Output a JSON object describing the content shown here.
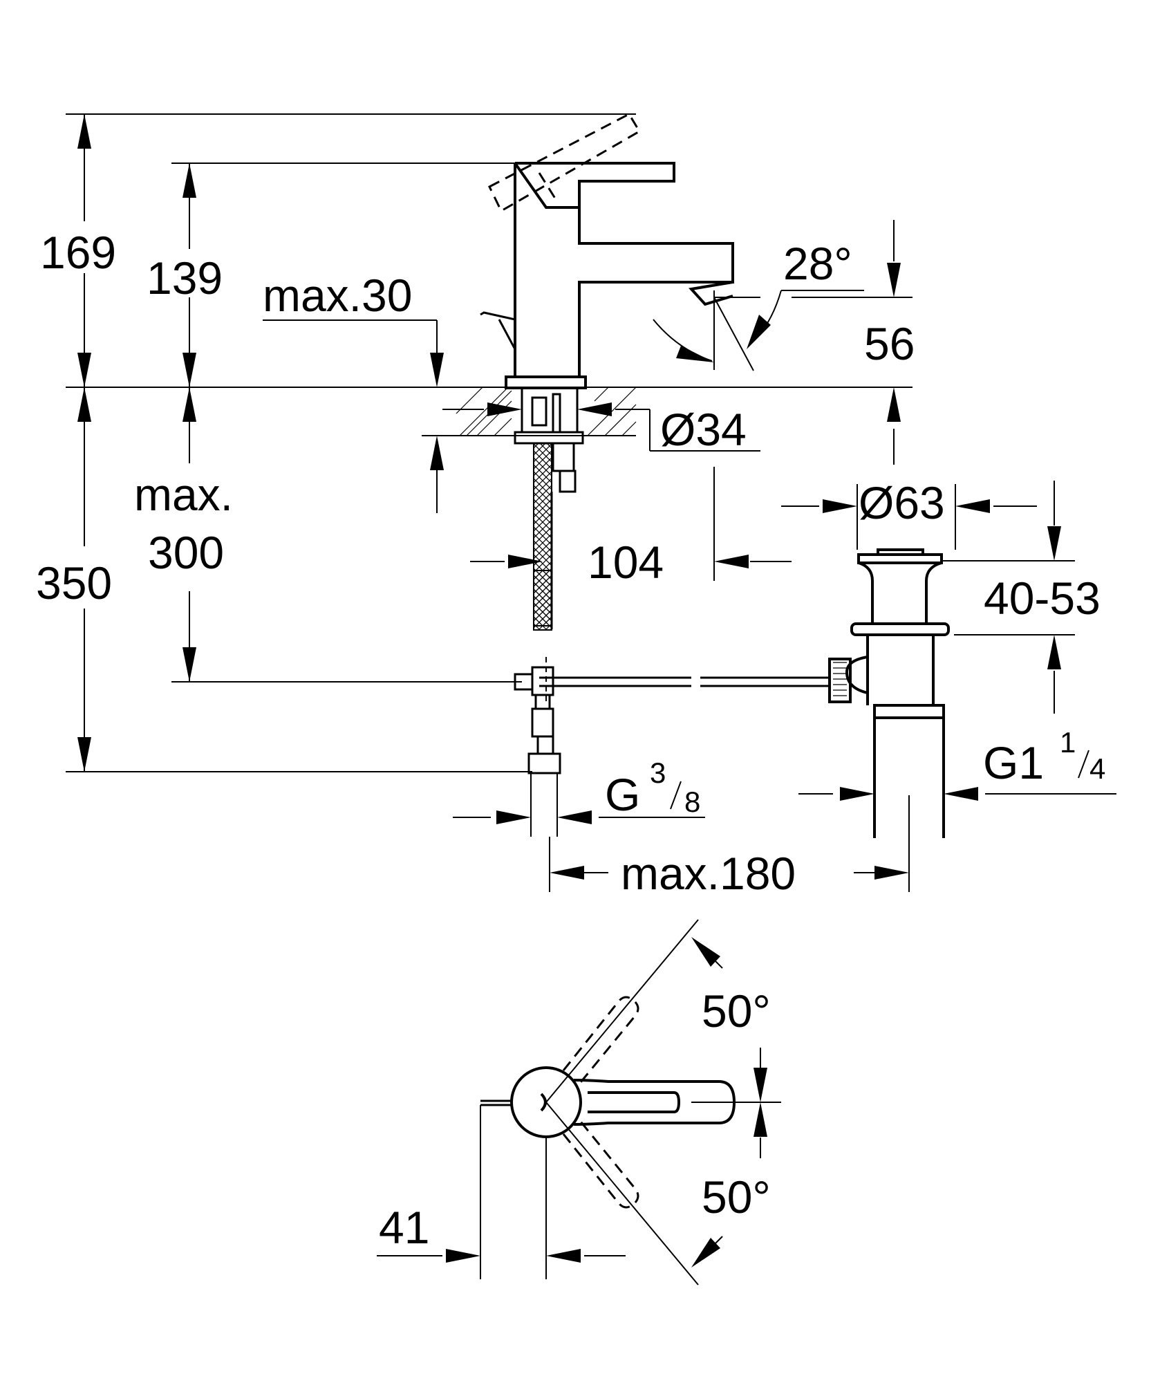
{
  "drawing": {
    "labels": {
      "h169": "169",
      "h139": "139",
      "max30": "max.30",
      "angle28": "28°",
      "h56": "56",
      "d34": "Ø34",
      "d63": "Ø63",
      "max_label": "max.",
      "max300": "300",
      "h350": "350",
      "d104": "104",
      "range4053": "40-53",
      "g38_base": "G",
      "g38_num": "3",
      "g38_den": "8",
      "g114_base": "G1",
      "g114_num": "1",
      "g114_den": "4",
      "max180": "max.180",
      "angle50_top": "50°",
      "angle50_bottom": "50°",
      "w41": "41"
    },
    "views": [
      "side-elevation",
      "top-plan"
    ]
  }
}
